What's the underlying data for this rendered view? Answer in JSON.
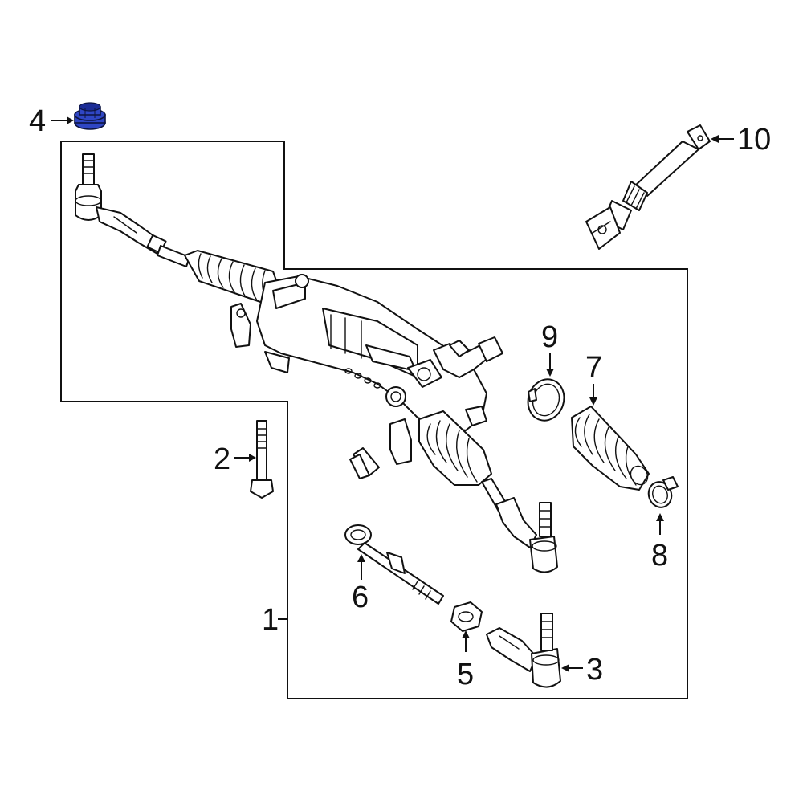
{
  "diagram": {
    "callouts": [
      {
        "id": "1",
        "label": "1"
      },
      {
        "id": "2",
        "label": "2"
      },
      {
        "id": "3",
        "label": "3"
      },
      {
        "id": "4",
        "label": "4"
      },
      {
        "id": "5",
        "label": "5"
      },
      {
        "id": "6",
        "label": "6"
      },
      {
        "id": "7",
        "label": "7"
      },
      {
        "id": "8",
        "label": "8"
      },
      {
        "id": "9",
        "label": "9"
      },
      {
        "id": "10",
        "label": "10"
      }
    ],
    "colors": {
      "highlight": "#2f46c4",
      "line": "#111111",
      "background": "#ffffff"
    },
    "highlighted_part": "4"
  }
}
